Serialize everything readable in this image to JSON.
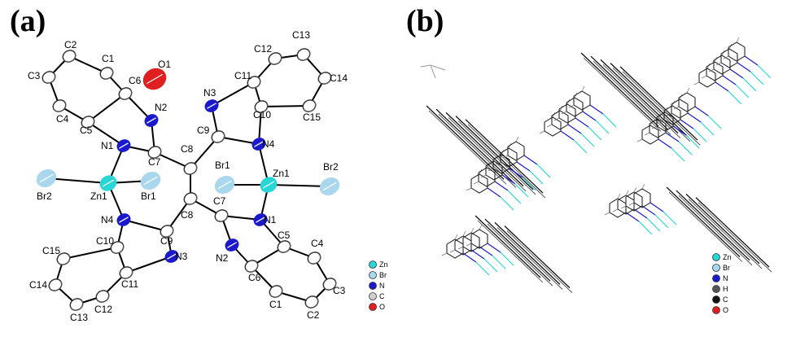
{
  "panels": [
    {
      "label": "(a)"
    },
    {
      "label": "(b)"
    }
  ],
  "colors": {
    "zn": "#29d6d6",
    "br": "#a9d7ee",
    "n": "#1a1acc",
    "c": "#9a9a9a",
    "o": "#e02020",
    "h": "#555555",
    "bond": "#000000"
  },
  "panel_a": {
    "atoms": [
      {
        "id": "Zn1a",
        "label": "Zn1",
        "el": "zn"
      },
      {
        "id": "Zn1b",
        "label": "Zn1",
        "el": "zn"
      },
      {
        "id": "Br2a",
        "label": "Br2",
        "el": "br"
      },
      {
        "id": "Br1a",
        "label": "Br1",
        "el": "br"
      },
      {
        "id": "Br1b",
        "label": "Br1",
        "el": "br"
      },
      {
        "id": "Br2b",
        "label": "Br2",
        "el": "br"
      },
      {
        "id": "N1a",
        "label": "N1",
        "el": "n"
      },
      {
        "id": "N2a",
        "label": "N2",
        "el": "n"
      },
      {
        "id": "N3a",
        "label": "N3",
        "el": "n"
      },
      {
        "id": "N4a",
        "label": "N4",
        "el": "n"
      },
      {
        "id": "N1b",
        "label": "N1",
        "el": "n"
      },
      {
        "id": "N2b",
        "label": "N2",
        "el": "n"
      },
      {
        "id": "N3b",
        "label": "N3",
        "el": "n"
      },
      {
        "id": "N4b",
        "label": "N4",
        "el": "n"
      },
      {
        "id": "C1a",
        "label": "C1",
        "el": "c"
      },
      {
        "id": "C2a",
        "label": "C2",
        "el": "c"
      },
      {
        "id": "C3a",
        "label": "C3",
        "el": "c"
      },
      {
        "id": "C4a",
        "label": "C4",
        "el": "c"
      },
      {
        "id": "C5a",
        "label": "C5",
        "el": "c"
      },
      {
        "id": "C6a",
        "label": "C6",
        "el": "c"
      },
      {
        "id": "C7a",
        "label": "C7",
        "el": "c"
      },
      {
        "id": "C8a",
        "label": "C8",
        "el": "c"
      },
      {
        "id": "C9a",
        "label": "C9",
        "el": "c"
      },
      {
        "id": "C10a",
        "label": "C10",
        "el": "c"
      },
      {
        "id": "C11a",
        "label": "C11",
        "el": "c"
      },
      {
        "id": "C12a",
        "label": "C12",
        "el": "c"
      },
      {
        "id": "C13a",
        "label": "C13",
        "el": "c"
      },
      {
        "id": "C14a",
        "label": "C14",
        "el": "c"
      },
      {
        "id": "C15a",
        "label": "C15",
        "el": "c"
      },
      {
        "id": "C1b",
        "label": "C1",
        "el": "c"
      },
      {
        "id": "C2b",
        "label": "C2",
        "el": "c"
      },
      {
        "id": "C3b",
        "label": "C3",
        "el": "c"
      },
      {
        "id": "C4b",
        "label": "C4",
        "el": "c"
      },
      {
        "id": "C5b",
        "label": "C5",
        "el": "c"
      },
      {
        "id": "C6b",
        "label": "C6",
        "el": "c"
      },
      {
        "id": "C7b",
        "label": "C7",
        "el": "c"
      },
      {
        "id": "C8b",
        "label": "C8",
        "el": "c"
      },
      {
        "id": "C9b",
        "label": "C9",
        "el": "c"
      },
      {
        "id": "C10b",
        "label": "C10",
        "el": "c"
      },
      {
        "id": "C11b",
        "label": "C11",
        "el": "c"
      },
      {
        "id": "C12b",
        "label": "C12",
        "el": "c"
      },
      {
        "id": "C13b",
        "label": "C13",
        "el": "c"
      },
      {
        "id": "C14b",
        "label": "C14",
        "el": "c"
      },
      {
        "id": "C15b",
        "label": "C15",
        "el": "c"
      },
      {
        "id": "O1",
        "label": "O1",
        "el": "o"
      }
    ],
    "bonds": [
      [
        "Br2a",
        "Zn1a"
      ],
      [
        "Zn1a",
        "Br1a"
      ],
      [
        "Zn1a",
        "N1a"
      ],
      [
        "Zn1a",
        "N4b"
      ],
      [
        "Zn1b",
        "Br1b"
      ],
      [
        "Zn1b",
        "Br2b"
      ],
      [
        "Zn1b",
        "N4a"
      ],
      [
        "Zn1b",
        "N1b"
      ],
      [
        "N1a",
        "C5a"
      ],
      [
        "C5a",
        "C6a"
      ],
      [
        "C6a",
        "N2a"
      ],
      [
        "N2a",
        "C7a"
      ],
      [
        "C7a",
        "N1a"
      ],
      [
        "C5a",
        "C4a"
      ],
      [
        "C4a",
        "C3a"
      ],
      [
        "C3a",
        "C2a"
      ],
      [
        "C2a",
        "C1a"
      ],
      [
        "C1a",
        "C6a"
      ],
      [
        "C7a",
        "C8a"
      ],
      [
        "C8a",
        "C9a"
      ],
      [
        "C8a",
        "C8b"
      ],
      [
        "C9a",
        "N3a"
      ],
      [
        "N3a",
        "C11a"
      ],
      [
        "C11a",
        "C10a"
      ],
      [
        "C10a",
        "N4a"
      ],
      [
        "N4a",
        "C9a"
      ],
      [
        "C11a",
        "C12a"
      ],
      [
        "C12a",
        "C13a"
      ],
      [
        "C13a",
        "C14a"
      ],
      [
        "C14a",
        "C15a"
      ],
      [
        "C15a",
        "C10a"
      ],
      [
        "C8b",
        "C9b"
      ],
      [
        "C8b",
        "C7b"
      ],
      [
        "C9b",
        "N4b"
      ],
      [
        "N4b",
        "C10b"
      ],
      [
        "C10b",
        "C11b"
      ],
      [
        "C11b",
        "N3b"
      ],
      [
        "N3b",
        "C9b"
      ],
      [
        "C10b",
        "C15b"
      ],
      [
        "C15b",
        "C14b"
      ],
      [
        "C14b",
        "C13b"
      ],
      [
        "C13b",
        "C12b"
      ],
      [
        "C12b",
        "C11b"
      ],
      [
        "C7b",
        "N1b"
      ],
      [
        "N1b",
        "C5b"
      ],
      [
        "C5b",
        "C6b"
      ],
      [
        "C6b",
        "N2b"
      ],
      [
        "N2b",
        "C7b"
      ],
      [
        "C5b",
        "C4b"
      ],
      [
        "C4b",
        "C3b"
      ],
      [
        "C3b",
        "C2b"
      ],
      [
        "C2b",
        "C1b"
      ],
      [
        "C1b",
        "C6b"
      ]
    ],
    "legend": [
      {
        "label": "Zn",
        "el": "zn"
      },
      {
        "label": "Br",
        "el": "br"
      },
      {
        "label": "N",
        "el": "n"
      },
      {
        "label": "C",
        "el": "c"
      },
      {
        "label": "O",
        "el": "o"
      }
    ]
  },
  "panel_b": {
    "legend": [
      {
        "label": "Zn",
        "el": "zn"
      },
      {
        "label": "Br",
        "el": "br"
      },
      {
        "label": "N",
        "el": "n"
      },
      {
        "label": "H",
        "el": "h"
      },
      {
        "label": "C",
        "el": "c_black"
      },
      {
        "label": "O",
        "el": "o"
      }
    ]
  }
}
